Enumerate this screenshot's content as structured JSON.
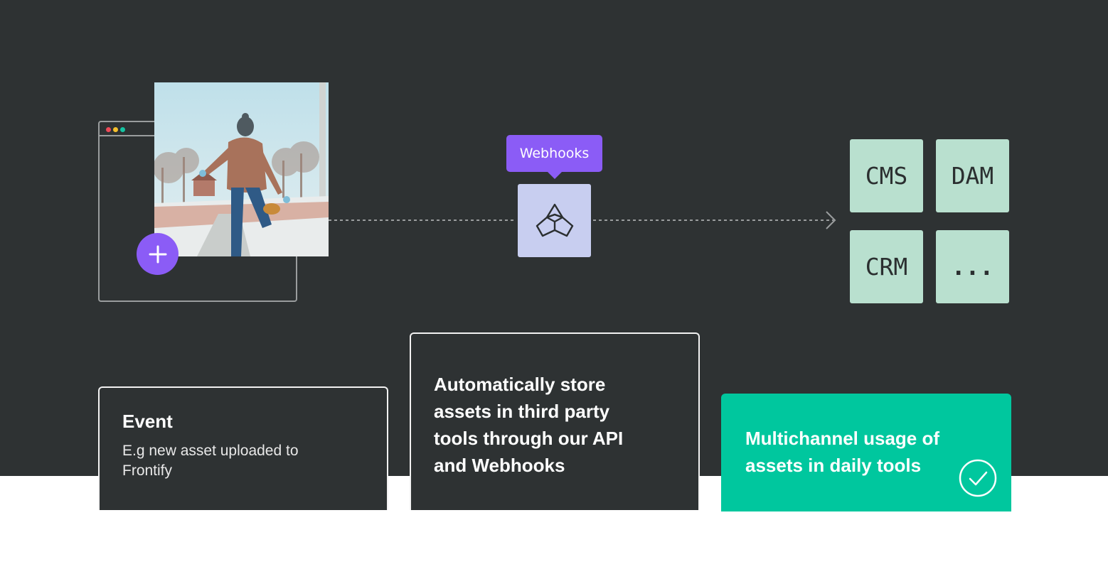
{
  "webhooks": {
    "label": "Webhooks"
  },
  "tools": {
    "items": [
      "CMS",
      "DAM",
      "CRM",
      "..."
    ]
  },
  "cards": {
    "event": {
      "title": "Event",
      "description": "E.g new asset uploaded to Frontify"
    },
    "store": {
      "title": "Automatically store assets in third party tools through our API and Webhooks"
    },
    "multichannel": {
      "title": "Multichannel usage of assets in daily tools"
    }
  },
  "colors": {
    "background_dark": "#2e3233",
    "accent_purple": "#8b5cf6",
    "webhook_box": "#c8cef0",
    "tool_tile": "#b9e0cf",
    "success_green": "#00c79e"
  },
  "icons": [
    "add-icon",
    "frontify-logo-icon",
    "checkmark-icon",
    "arrow-right-icon"
  ]
}
